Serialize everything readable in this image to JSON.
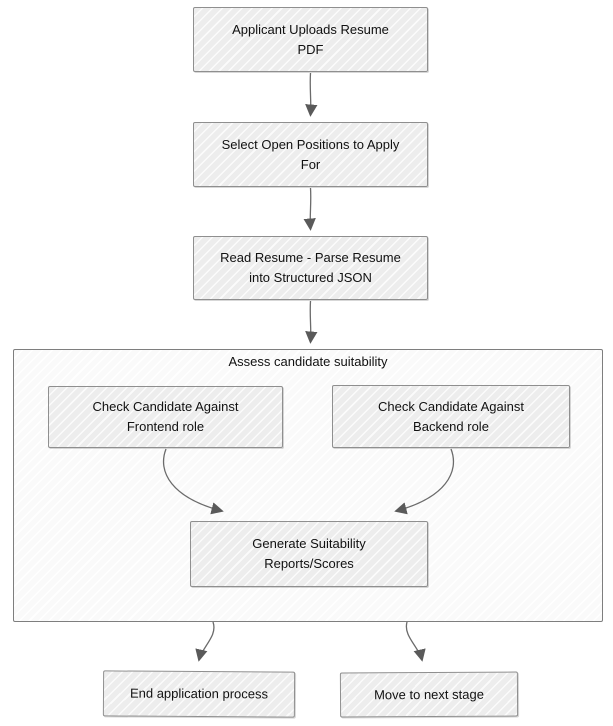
{
  "diagram": {
    "type": "flowchart",
    "direction": "top-down"
  },
  "nodes": {
    "upload": [
      "Applicant Uploads Resume",
      "PDF"
    ],
    "select_positions": [
      "Select Open Positions to Apply",
      "For"
    ],
    "parse_resume": [
      "Read Resume - Parse Resume",
      "into Structured JSON"
    ],
    "check_frontend": [
      "Check Candidate Against",
      "Frontend role"
    ],
    "check_backend": [
      "Check Candidate Against",
      "Backend role"
    ],
    "generate_reports": [
      "Generate Suitability",
      "Reports/Scores"
    ],
    "end_process": [
      "End application process"
    ],
    "next_stage": [
      "Move to next stage"
    ]
  },
  "subgraph": {
    "label": "Assess candidate suitability"
  },
  "edges": [
    {
      "from": "upload",
      "to": "select_positions"
    },
    {
      "from": "select_positions",
      "to": "parse_resume"
    },
    {
      "from": "parse_resume",
      "to": "assess_candidate_suitability"
    },
    {
      "from": "check_frontend",
      "to": "generate_reports"
    },
    {
      "from": "check_backend",
      "to": "generate_reports"
    },
    {
      "from": "assess_candidate_suitability",
      "to": "end_process"
    },
    {
      "from": "assess_candidate_suitability",
      "to": "next_stage"
    }
  ],
  "colors": {
    "node_fill": "#ededed",
    "node_hatch": "#fbfbfb",
    "node_border": "#8f8f8f",
    "subgraph_border": "#7e7e7e",
    "edge_stroke": "#6b6b6b",
    "arrowhead": "#5a5a5a",
    "text": "#111111",
    "background": "#ffffff"
  }
}
